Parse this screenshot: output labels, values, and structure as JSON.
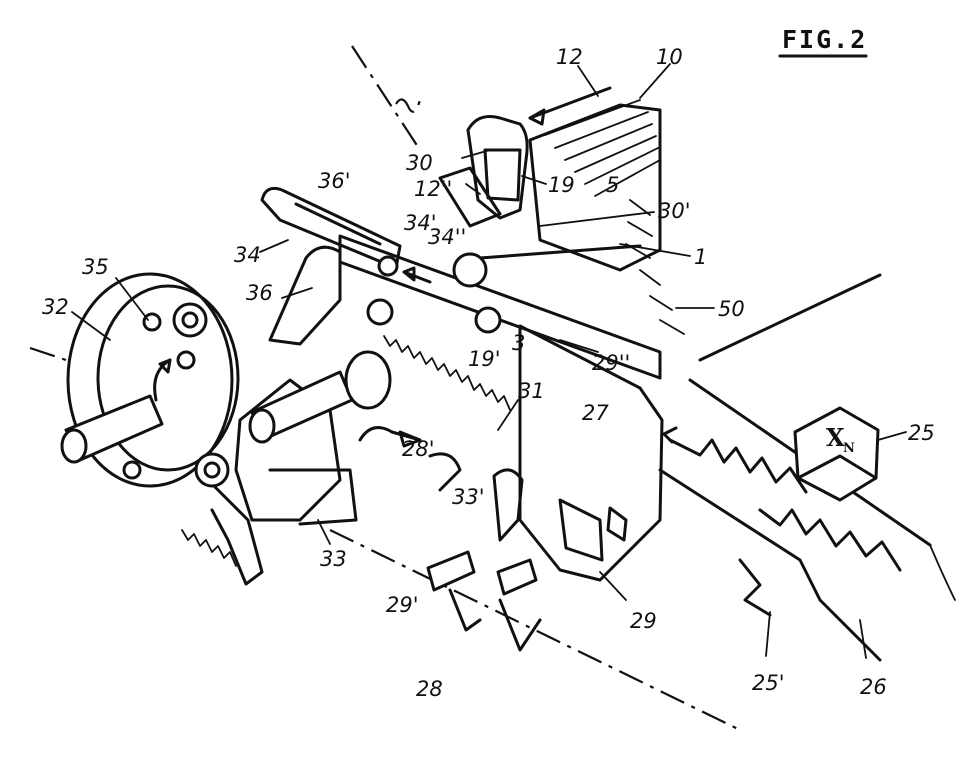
{
  "figure": {
    "title": "FIG.2",
    "key_legend": "X",
    "key_legend_sub": "N"
  },
  "labels": [
    {
      "id": "10",
      "text": "10"
    },
    {
      "id": "12",
      "text": "12"
    },
    {
      "id": "30",
      "text": "30"
    },
    {
      "id": "12pp",
      "text": "12''"
    },
    {
      "id": "19",
      "text": "19"
    },
    {
      "id": "5",
      "text": "5"
    },
    {
      "id": "30p",
      "text": "30'"
    },
    {
      "id": "36p",
      "text": "36'"
    },
    {
      "id": "34p",
      "text": "34'"
    },
    {
      "id": "34pp",
      "text": "34''"
    },
    {
      "id": "1",
      "text": "1"
    },
    {
      "id": "34",
      "text": "34"
    },
    {
      "id": "35",
      "text": "35"
    },
    {
      "id": "36",
      "text": "36"
    },
    {
      "id": "50",
      "text": "50"
    },
    {
      "id": "32",
      "text": "32"
    },
    {
      "id": "3",
      "text": "3"
    },
    {
      "id": "19p",
      "text": "19'"
    },
    {
      "id": "29pp",
      "text": "29''"
    },
    {
      "id": "31",
      "text": "31"
    },
    {
      "id": "27",
      "text": "27"
    },
    {
      "id": "25",
      "text": "25"
    },
    {
      "id": "28p",
      "text": "28'"
    },
    {
      "id": "33p",
      "text": "33'"
    },
    {
      "id": "33",
      "text": "33"
    },
    {
      "id": "29p",
      "text": "29'"
    },
    {
      "id": "29",
      "text": "29"
    },
    {
      "id": "25p",
      "text": "25'"
    },
    {
      "id": "26",
      "text": "26"
    },
    {
      "id": "28",
      "text": "28"
    }
  ]
}
